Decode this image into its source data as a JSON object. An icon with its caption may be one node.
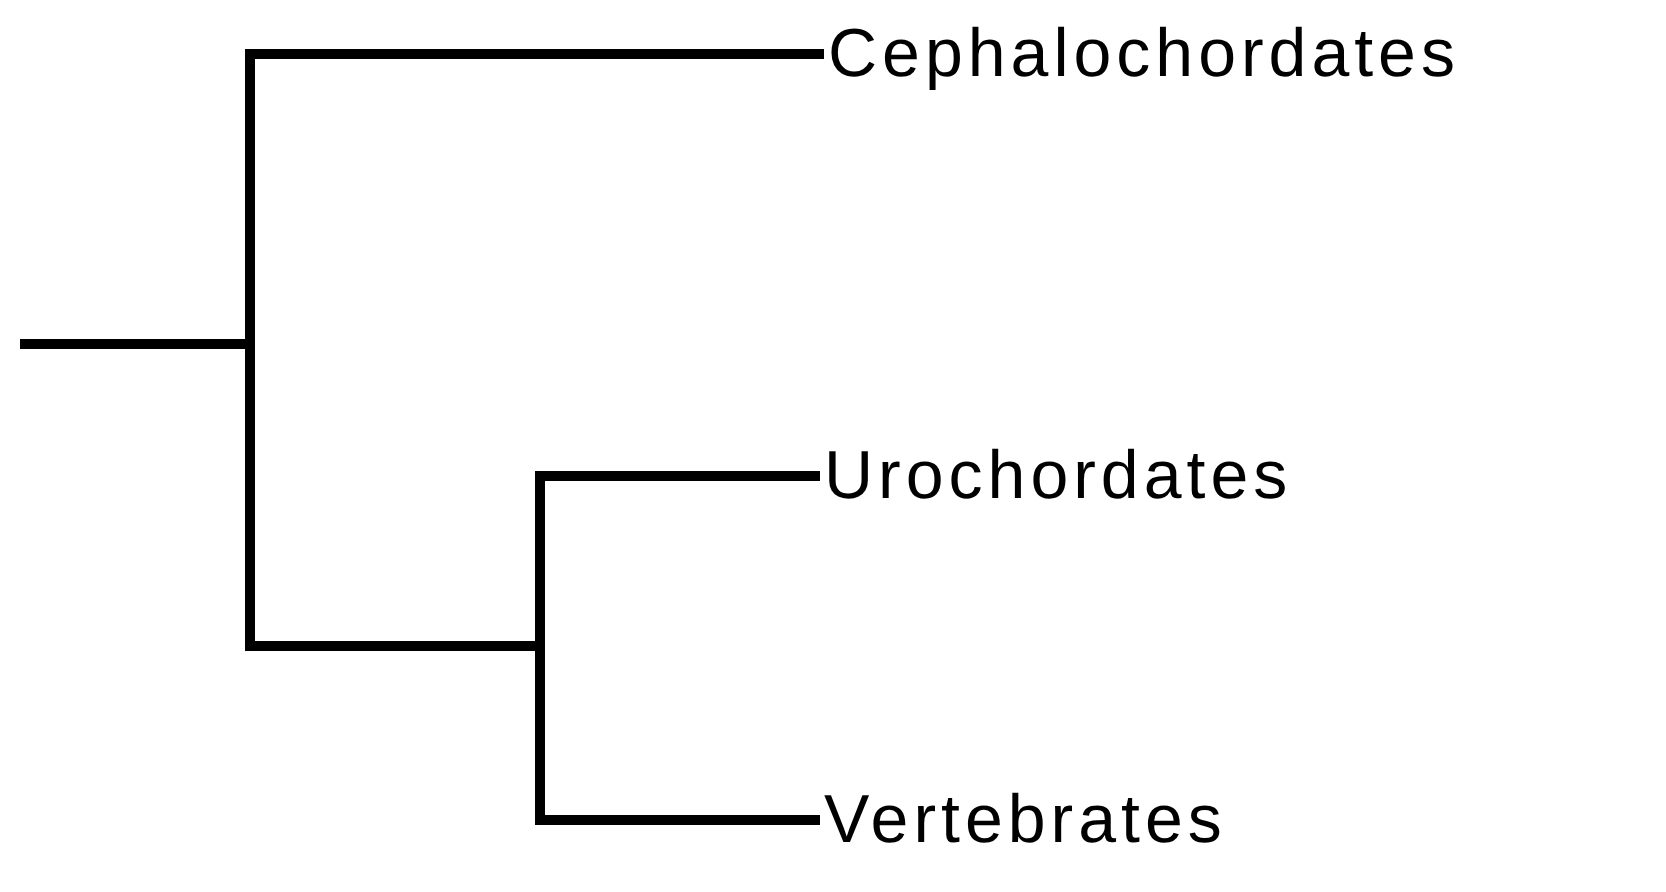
{
  "diagram": {
    "nodes": [
      {
        "text": [
          "Cephalochordates"
        ]
      },
      {
        "text": [
          "Urochordates"
        ]
      },
      {
        "text": [
          "Vertebrates"
        ]
      }
    ],
    "edges": [
      {
        "from": null,
        "to": 0,
        "arrow": "none"
      },
      {
        "from": null,
        "to": 1,
        "arrow": "none"
      },
      {
        "from": null,
        "to": 2,
        "arrow": "none"
      }
    ]
  }
}
